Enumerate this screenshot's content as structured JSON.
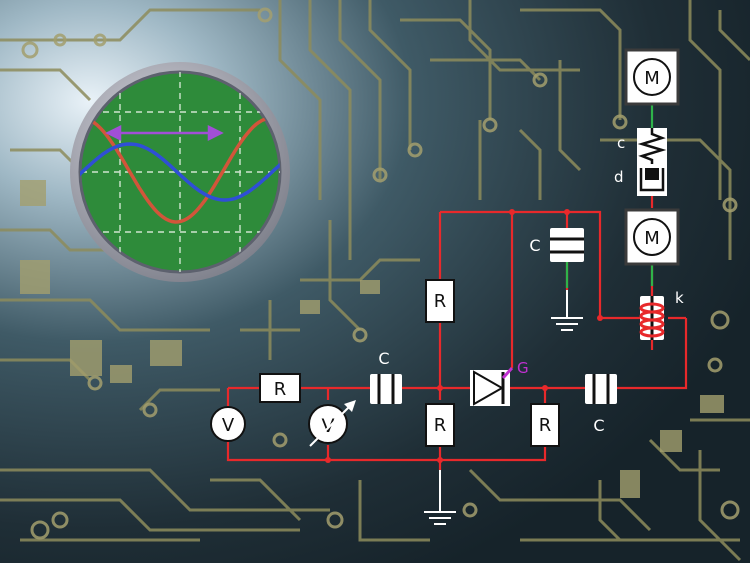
{
  "components": {
    "resistor_label": "R",
    "capacitor_label": "C",
    "voltmeter_label": "V",
    "motor_label": "M",
    "thyristor_gate_label": "G",
    "spring_label": "c",
    "damper_label": "d",
    "coil_label": "k"
  },
  "colors": {
    "wire": "#e8292b",
    "gate": "#c030d0",
    "trace": "#8a8a5a",
    "scope_screen": "#2e8b3a",
    "scope_red_wave": "#d2553a",
    "scope_blue_wave": "#2f4fd6",
    "scope_arrow": "#a14fd6",
    "coil": "#e8292b"
  }
}
